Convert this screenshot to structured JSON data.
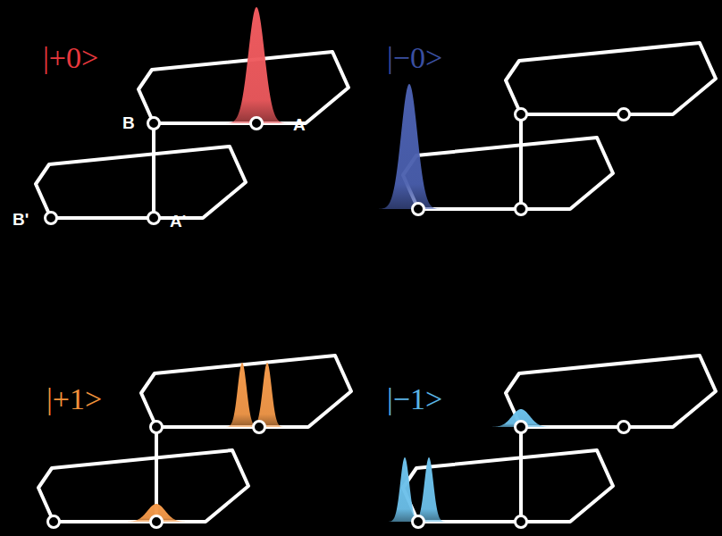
{
  "diagram": {
    "labels": [
      "|+0>",
      "B",
      "A",
      "B'",
      "A'",
      "|−0>",
      "|+1>",
      "|−1>"
    ]
  }
}
